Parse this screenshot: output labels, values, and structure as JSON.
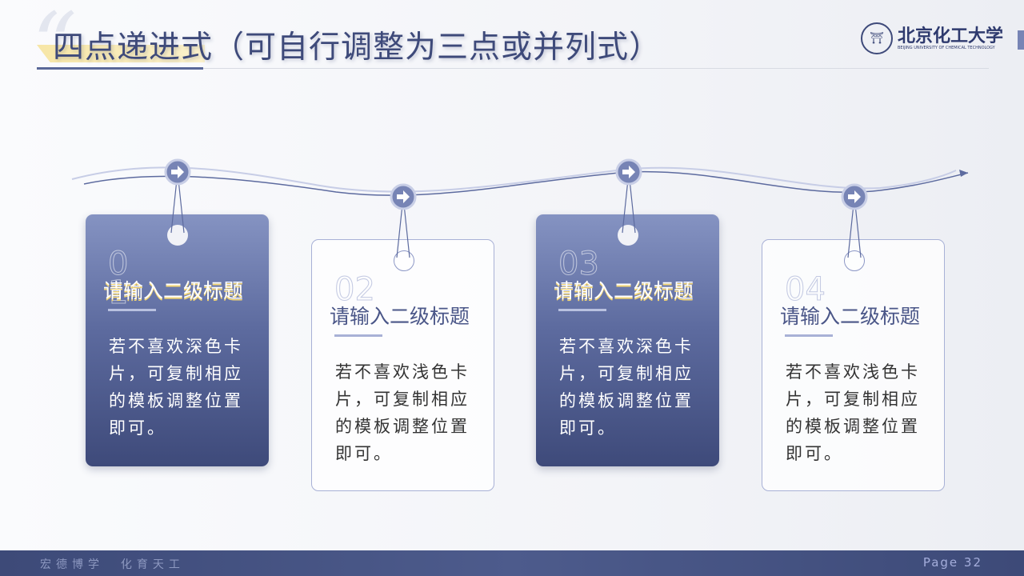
{
  "header": {
    "title": "四点递进式（可自行调整为三点或并列式）",
    "logo_cn": "北京化工大学",
    "logo_en": "BEIJING UNIVERSITY OF CHEMICAL TECHNOLOGY"
  },
  "cards": [
    {
      "num": "01",
      "title": "请输入二级标题",
      "body": "若不喜欢深色卡片，可复制相应的模板调整位置即可。"
    },
    {
      "num": "02",
      "title": "请输入二级标题",
      "body": "若不喜欢浅色卡片，可复制相应的模板调整位置即可。"
    },
    {
      "num": "03",
      "title": "请输入二级标题",
      "body": "若不喜欢深色卡片，可复制相应的模板调整位置即可。"
    },
    {
      "num": "04",
      "title": "请输入二级标题",
      "body": "若不喜欢浅色卡片，可复制相应的模板调整位置即可。"
    }
  ],
  "footer": {
    "motto": "宏德博学  化育天工",
    "page": "Page 32"
  },
  "colors": {
    "primary": "#3e4a7a",
    "accent": "#f5d774"
  }
}
